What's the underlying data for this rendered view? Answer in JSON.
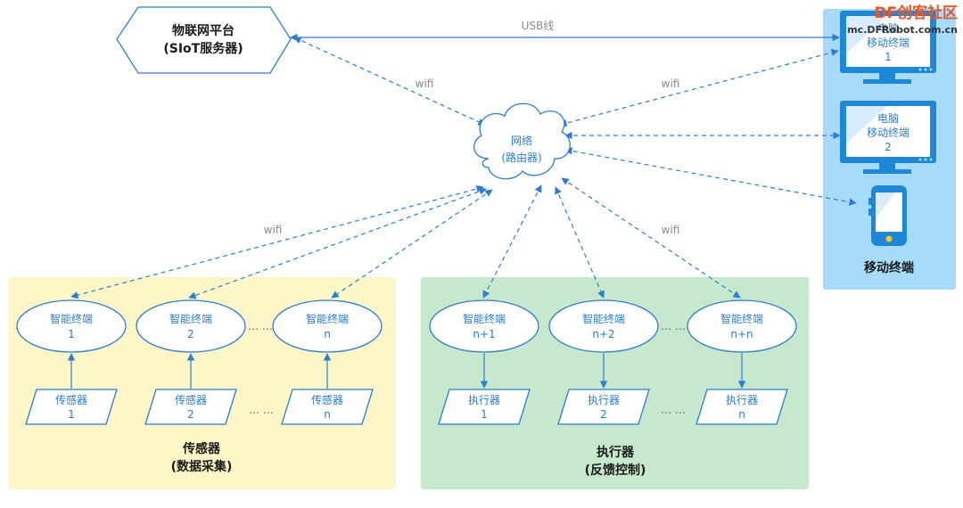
{
  "colors": {
    "edge": "#2e7dd1",
    "node_border": "#2e7dd1",
    "node_text": "#2a7dc8",
    "sensor_zone": "#fdf6c7",
    "actuator_zone": "#c6e8cd",
    "mobile_zone": "#a6dcfa",
    "device_blue": "#1e88d6"
  },
  "platform": {
    "line1": "物联网平台",
    "line2": "(SIoT服务器)"
  },
  "router": {
    "line1": "网络",
    "line2": "(路由器)"
  },
  "edge_labels": {
    "usb": "USB线",
    "wifi_left": "wifi",
    "wifi_right": "wifi",
    "wifi_bottom_left": "wifi",
    "wifi_bottom_right": "wifi"
  },
  "dots": "… …",
  "mobile_zone": {
    "title": "移动终端",
    "devices": [
      {
        "type": "monitor-icon",
        "line1": "电脑",
        "line2": "移动终端",
        "line3": "1"
      },
      {
        "type": "monitor-icon",
        "line1": "电脑",
        "line2": "移动终端",
        "line3": "2"
      },
      {
        "type": "phone-icon"
      }
    ]
  },
  "sensor_zone": {
    "title_line1": "传感器",
    "title_line2": "(数据采集)",
    "terminals": [
      {
        "label": "智能终端",
        "index": "1"
      },
      {
        "label": "智能终端",
        "index": "2"
      },
      {
        "label": "智能终端",
        "index": "n"
      }
    ],
    "sensors": [
      {
        "label": "传感器",
        "index": "1"
      },
      {
        "label": "传感器",
        "index": "2"
      },
      {
        "label": "传感器",
        "index": "n"
      }
    ]
  },
  "actuator_zone": {
    "title_line1": "执行器",
    "title_line2": "(反馈控制)",
    "terminals": [
      {
        "label": "智能终端",
        "index": "n+1"
      },
      {
        "label": "智能终端",
        "index": "n+2"
      },
      {
        "label": "智能终端",
        "index": "n+n"
      }
    ],
    "actuators": [
      {
        "label": "执行器",
        "index": "1"
      },
      {
        "label": "执行器",
        "index": "2"
      },
      {
        "label": "执行器",
        "index": "n"
      }
    ]
  },
  "watermark": {
    "brand": "DF创客社区",
    "url": "mc.DFRobot.com.cn"
  }
}
